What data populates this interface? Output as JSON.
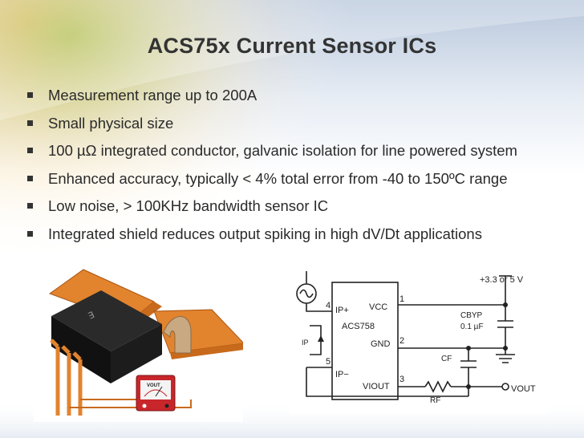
{
  "slide": {
    "title": "ACS75x Current Sensor ICs",
    "bullets": [
      "Measurement range up to 200A",
      "Small physical size",
      "100 µΩ integrated conductor, galvanic isolation for line powered system",
      "Enhanced accuracy, typically < 4% total error from -40 to 150ºC range",
      "Low noise, > 100KHz bandwidth sensor IC",
      "Integrated shield reduces output spiking in high dV/Dt applications"
    ]
  },
  "package_illustration": {
    "meter_label": "VOUT",
    "colors": {
      "conductor": "#e2832e",
      "body": "#1a1a1a",
      "meter": "#c8262b"
    }
  },
  "schematic": {
    "supply_label": "+3.3 or 5 V",
    "ic_name": "ACS758",
    "pins": [
      {
        "number": "4",
        "name": "IP+"
      },
      {
        "number": "5",
        "name": "IP−"
      },
      {
        "number": "1",
        "name": "VCC"
      },
      {
        "number": "2",
        "name": "GND"
      },
      {
        "number": "3",
        "name": "VIOUT"
      }
    ],
    "current_label": "IP",
    "cbyp_label": "CBYP",
    "cbyp_value": "0.1 µF",
    "cf_label": "CF",
    "rf_label": "RF",
    "vout_label": "VOUT"
  }
}
